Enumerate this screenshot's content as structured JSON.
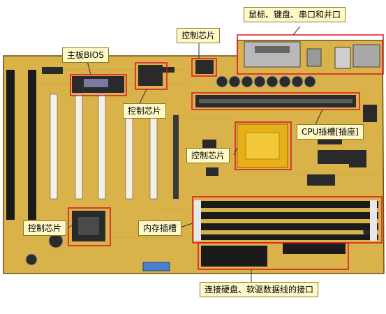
{
  "labels": {
    "ports": "鼠标、键盘、串口和并口",
    "chip_top": "控制芯片",
    "bios": "主板BIOS",
    "chip_mid": "控制芯片",
    "cpu_slot": "CPU插槽[插座]",
    "chip_north": "控制芯片",
    "chip_bottom": "控制芯片",
    "memory_slot": "内存插槽",
    "drive_connector": "连接硬盘、软驱数据线的接口"
  },
  "colors": {
    "board": "#d9b24a",
    "board_dark": "#7a5a10",
    "highlight": "#e0102a",
    "callout_fill": "#fff9c8",
    "callout_border": "#8a7a2a",
    "cpu": "#e8b018",
    "ram": "#1b1b1b",
    "slot_white": "#f4f0e4"
  }
}
